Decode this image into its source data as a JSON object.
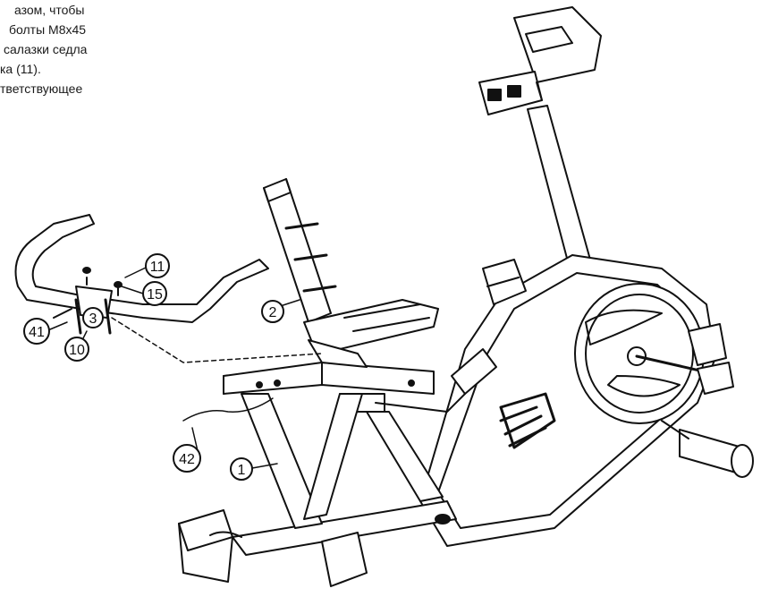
{
  "instructions": [
    "азом, чтобы",
    "болты M8x45",
    "салазки седла",
    "ка (11).",
    "тветствующее"
  ],
  "callouts": {
    "c11": "11",
    "c15": "15",
    "c2": "2",
    "c3": "3",
    "c41": "41",
    "c10": "10",
    "c42": "42",
    "c1": "1"
  }
}
